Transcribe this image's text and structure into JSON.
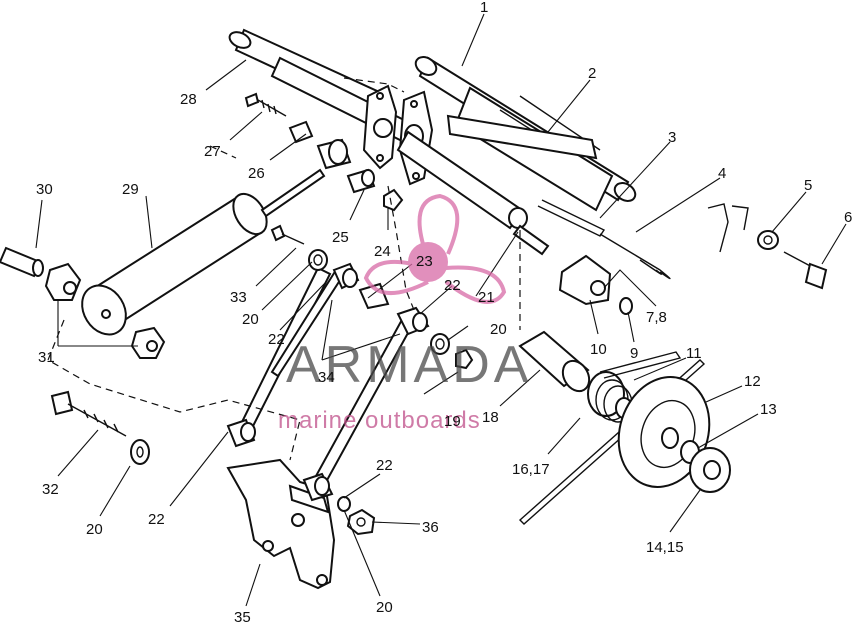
{
  "watermark": {
    "title": "ARMADA",
    "subtitle": "marine outboards",
    "title_color": "#4a4a4a",
    "subtitle_color": "#c0508a",
    "logo_color": "#d86aa6"
  },
  "callouts": {
    "c1": "1",
    "c2": "2",
    "c3": "3",
    "c4": "4",
    "c5": "5",
    "c6": "6",
    "c78": "7,8",
    "c9": "9",
    "c10": "10",
    "c11": "11",
    "c12": "12",
    "c13": "13",
    "c1415": "14,15",
    "c1617": "16,17",
    "c18": "18",
    "c19": "19",
    "c20a": "20",
    "c20b": "20",
    "c20c": "20",
    "c20d": "20",
    "c21": "21",
    "c22a": "22",
    "c22b": "22",
    "c22c": "22",
    "c22d": "22",
    "c23": "23",
    "c24": "24",
    "c25": "25",
    "c26": "26",
    "c27": "27",
    "c28": "28",
    "c29": "29",
    "c30": "30",
    "c31": "31",
    "c32": "32",
    "c33": "33",
    "c34": "34",
    "c35": "35",
    "c36": "36"
  }
}
